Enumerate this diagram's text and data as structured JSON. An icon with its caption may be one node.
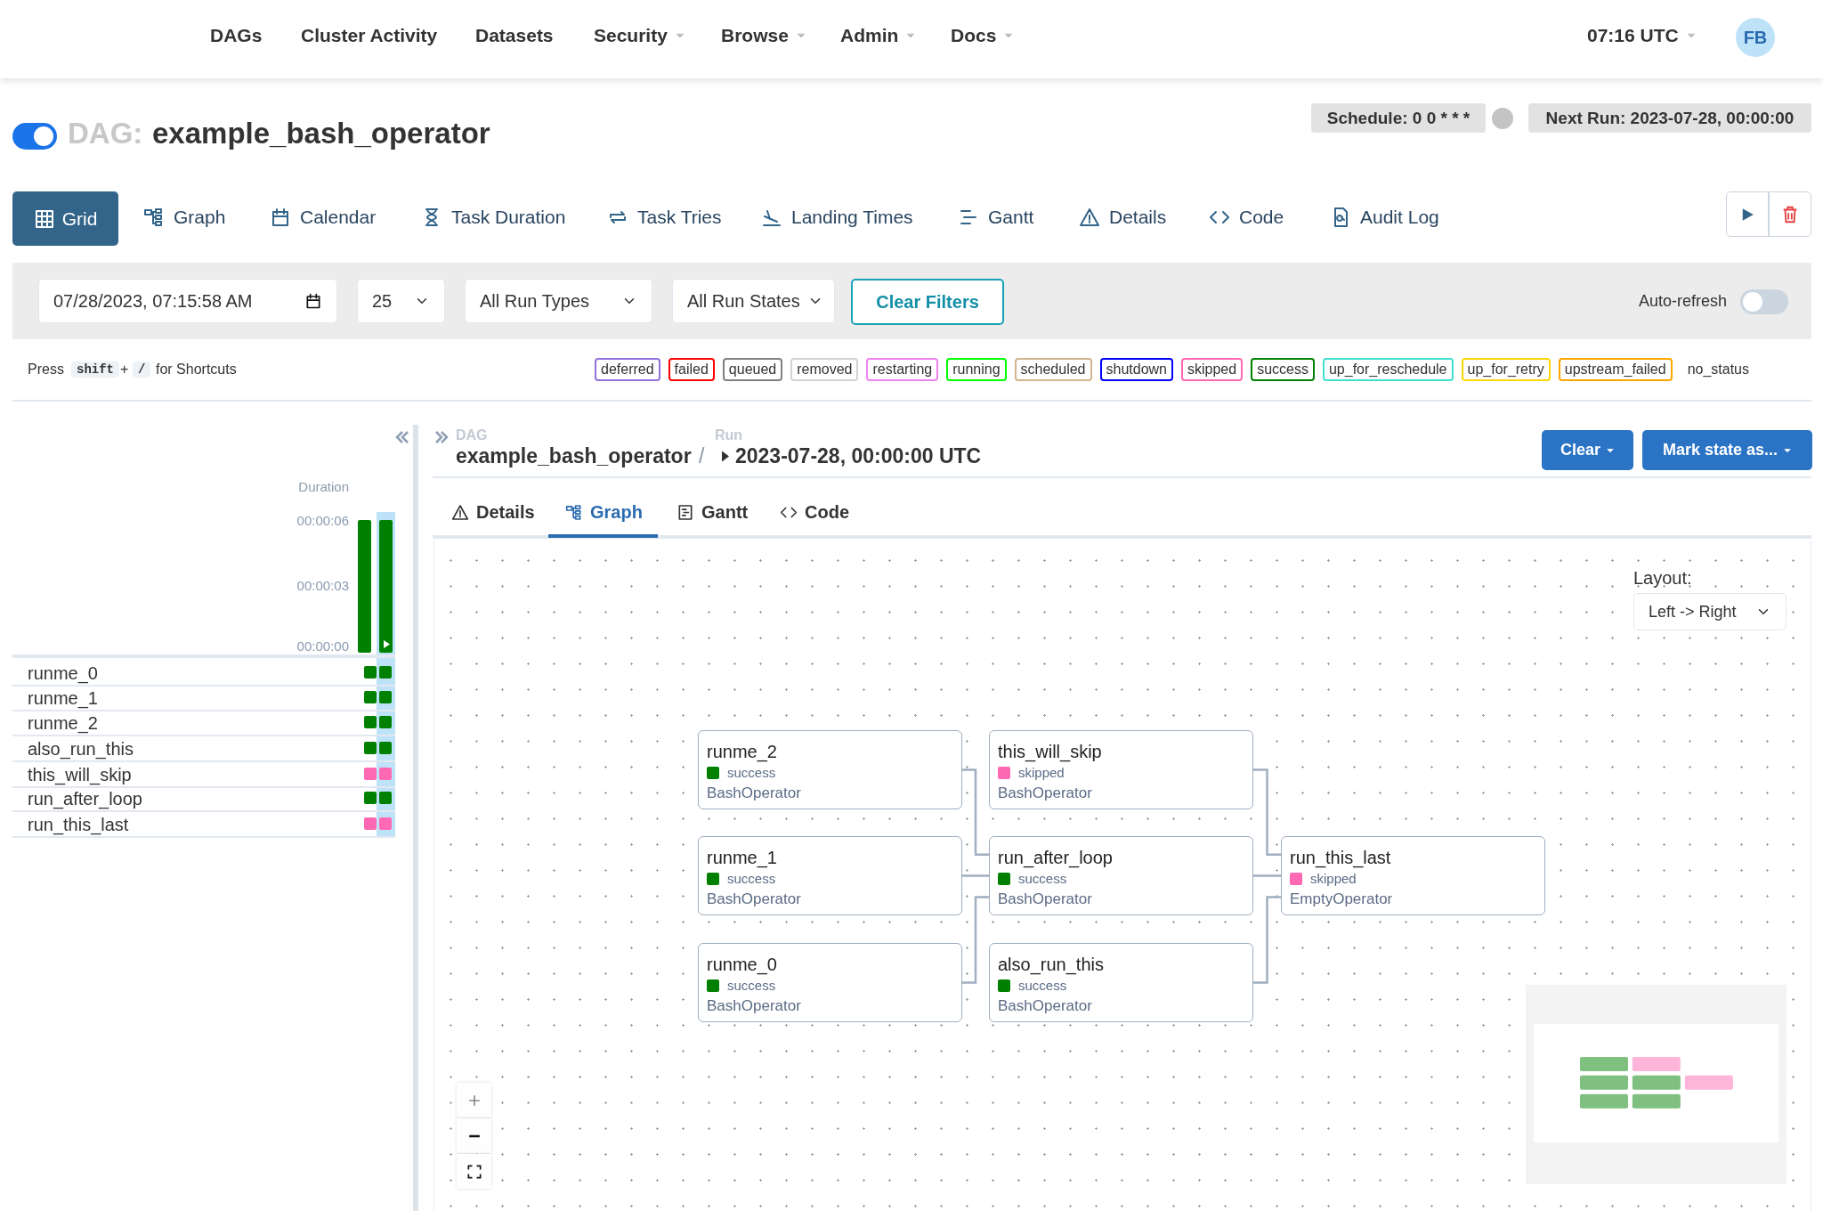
{
  "diagram": {
    "nodes": [
      {
        "text": [
          "runme_2",
          "success",
          "BashOperator"
        ]
      },
      {
        "text": [
          "this_will_skip",
          "skipped",
          "BashOperator"
        ]
      },
      {
        "text": [
          "runme_1",
          "success",
          "BashOperator"
        ]
      },
      {
        "text": [
          "run_after_loop",
          "success",
          "BashOperator"
        ]
      },
      {
        "text": [
          "run_this_last",
          "skipped",
          "EmptyOperator"
        ]
      },
      {
        "text": [
          "runme_0",
          "success",
          "BashOperator"
        ]
      },
      {
        "text": [
          "also_run_this",
          "success",
          "BashOperator"
        ]
      }
    ],
    "edges": [
      {
        "from": 0,
        "to": 3,
        "arrow": "none"
      },
      {
        "from": 2,
        "to": 3,
        "arrow": "none"
      },
      {
        "from": 5,
        "to": 3,
        "arrow": "none"
      },
      {
        "from": 1,
        "to": 4,
        "arrow": "none"
      },
      {
        "from": 3,
        "to": 4,
        "arrow": "none"
      },
      {
        "from": 6,
        "to": 4,
        "arrow": "none"
      }
    ],
    "labels": [
      "DAGs",
      "Cluster Activity",
      "Datasets",
      "Security",
      "Browse",
      "Admin",
      "Docs",
      "07:16 UTC",
      "FB",
      "DAG:",
      "example_bash_operator",
      "Schedule: 0 0 * * *",
      "Next Run: 2023-07-28, 00:00:00",
      "Grid",
      "Graph",
      "Calendar",
      "Task Duration",
      "Task Tries",
      "Landing Times",
      "Gantt",
      "Details",
      "Code",
      "Audit Log",
      "07/28/2023, 07:15:58 AM",
      "25",
      "All Run Types",
      "All Run States",
      "Clear Filters",
      "Auto-refresh",
      "Press",
      "shift",
      "+",
      "/",
      "for Shortcuts",
      "Duration",
      "00:00:06",
      "00:00:03",
      "00:00:00",
      "runme_0",
      "runme_1",
      "runme_2",
      "also_run_this",
      "this_will_skip",
      "run_after_loop",
      "run_this_last",
      "DAG",
      "example_bash_operator",
      "/",
      "Run",
      "2023-07-28, 00:00:00 UTC",
      "Clear",
      "Mark state as...",
      "Details",
      "Graph",
      "Gantt",
      "Code",
      "Layout:",
      "Left -> Right"
    ],
    "legend": [
      {
        "text": "deferred",
        "color": "#9370db"
      },
      {
        "text": "failed",
        "color": "#ff0000"
      },
      {
        "text": "queued",
        "color": "#808080"
      },
      {
        "text": "removed",
        "color": "#d3d3d3"
      },
      {
        "text": "restarting",
        "color": "#ee82ee"
      },
      {
        "text": "running",
        "color": "#00ff00"
      },
      {
        "text": "scheduled",
        "color": "#d2b48c"
      },
      {
        "text": "shutdown",
        "color": "#0000ff"
      },
      {
        "text": "skipped",
        "color": "#ff69b4"
      },
      {
        "text": "success",
        "color": "#008000"
      },
      {
        "text": "up_for_reschedule",
        "color": "#40e0d0"
      },
      {
        "text": "up_for_retry",
        "color": "#ffd700"
      },
      {
        "text": "upstream_failed",
        "color": "#ffa500"
      },
      {
        "text": "no_status"
      }
    ]
  }
}
